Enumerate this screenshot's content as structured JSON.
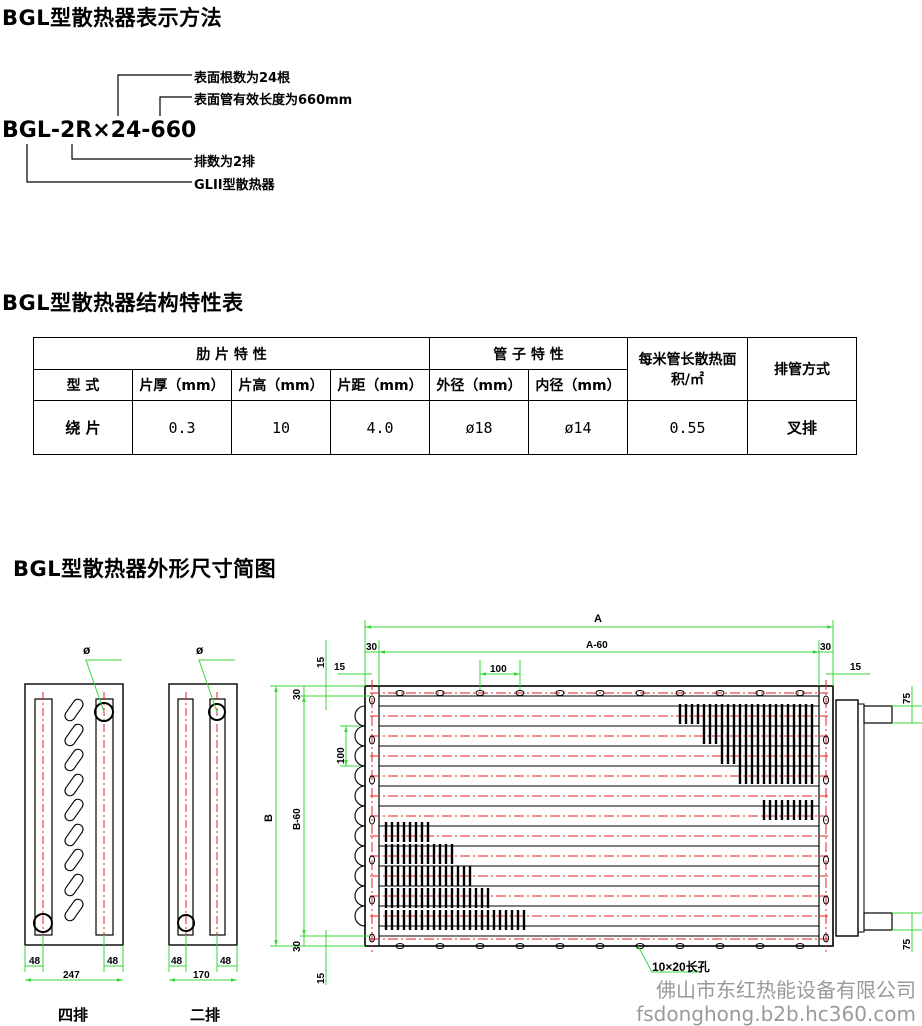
{
  "section1": {
    "title": "BGL型散热器表示方法",
    "model": "BGL-2R×24-660",
    "notes": [
      "表面根数为24根",
      "表面管有效长度为660mm",
      "排数为2排",
      "GLII型散热器"
    ]
  },
  "section2": {
    "title": "BGL型散热器结构特性表",
    "table": {
      "group_fin": "肋 片 特 性",
      "group_tube": "管 子 特 性",
      "col_area": "每米管长散热面积/㎡",
      "col_arrangement": "排管方式",
      "sub_headers": [
        "型 式",
        "片厚（mm）",
        "片高（mm）",
        "片距（mm）",
        "外径（mm）",
        "内径（mm）"
      ],
      "row": [
        "绕 片",
        "0.3",
        "10",
        "4.0",
        "ø18",
        "ø14",
        "0.55",
        "叉排"
      ]
    }
  },
  "section3": {
    "title": "BGL型散热器外形尺寸简图",
    "side_views": {
      "diameter_symbol": "ø",
      "four_row": {
        "caption": "四排",
        "dims": [
          "48",
          "247",
          "48"
        ]
      },
      "two_row": {
        "caption": "二排",
        "dims": [
          "48",
          "170",
          "48"
        ]
      }
    },
    "front_view": {
      "dims_top": [
        "A",
        "A-60",
        "30",
        "30",
        "15",
        "15",
        "100"
      ],
      "dims_side": [
        "B",
        "B-60",
        "30",
        "30",
        "100",
        "15",
        "75",
        "75"
      ],
      "hole_note": "10×20长孔"
    }
  },
  "watermark": {
    "company": "佛山市东红热能设备有限公司",
    "url": "fsdonghong.b2b.hc360.com"
  }
}
